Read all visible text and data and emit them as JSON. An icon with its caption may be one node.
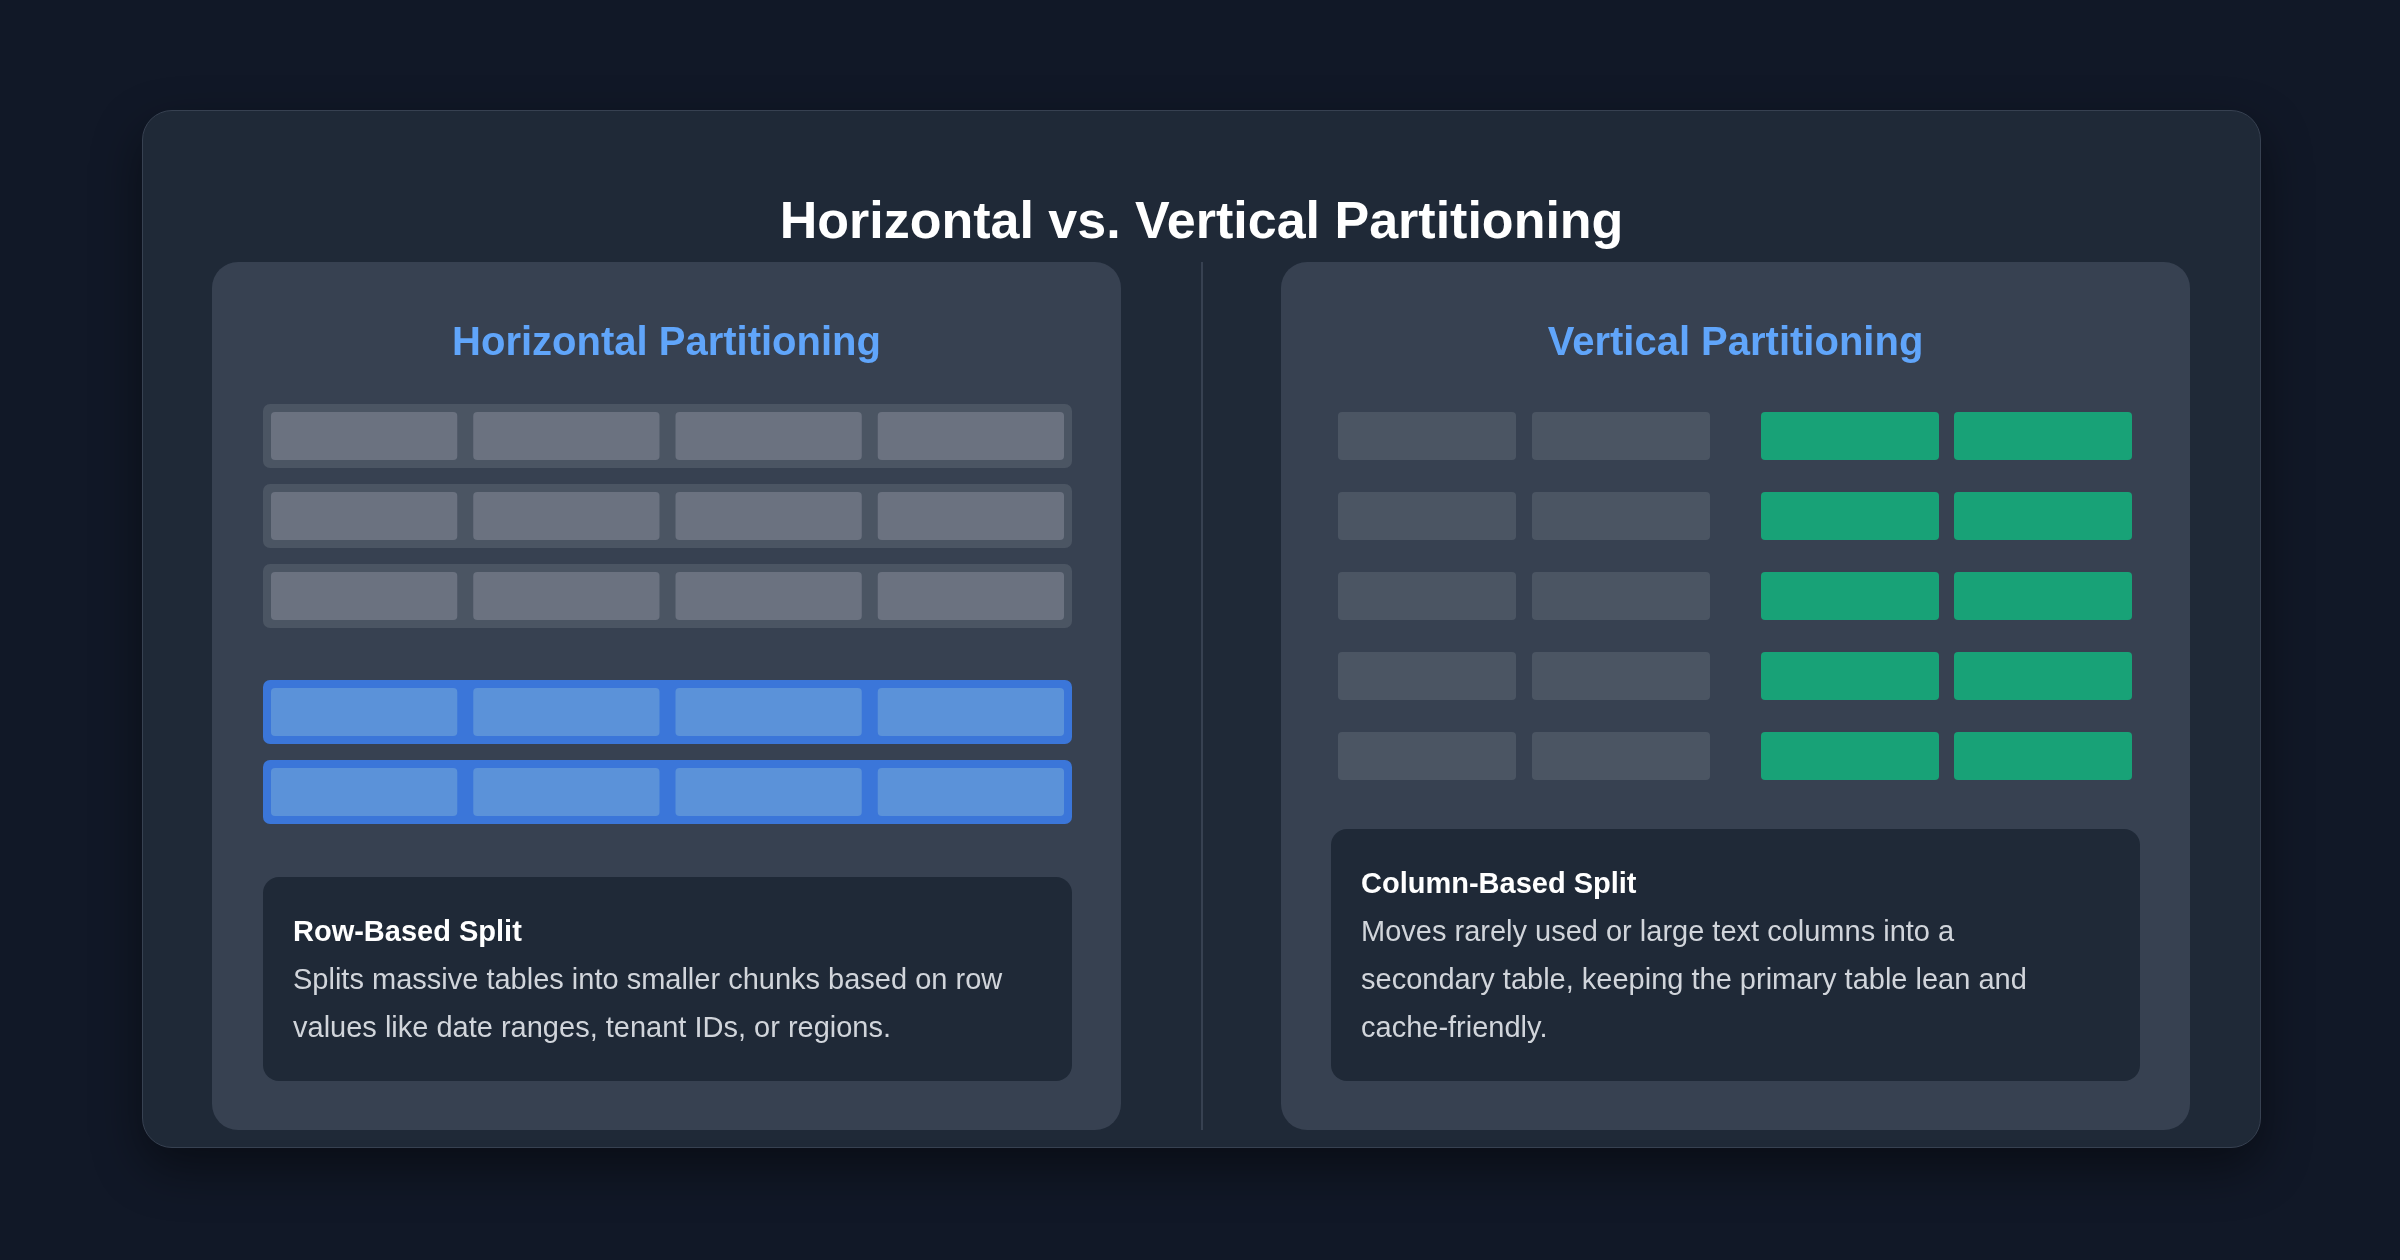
{
  "diagram": {
    "title": "Horizontal vs. Vertical Partitioning",
    "nodes": [
      {
        "text": [
          "Horizontal Partitioning"
        ]
      },
      {
        "text": [
          "Row-Based Split",
          "Splits massive tables into smaller chunks based on row values like date ranges, tenant IDs, or regions."
        ],
        "in": 0
      },
      {
        "text": [
          "Vertical Partitioning"
        ]
      },
      {
        "text": [
          "Column-Based Split",
          "Moves rarely used or large text columns into a secondary table, keeping the primary table lean and cache-friendly."
        ],
        "in": 2
      }
    ]
  }
}
